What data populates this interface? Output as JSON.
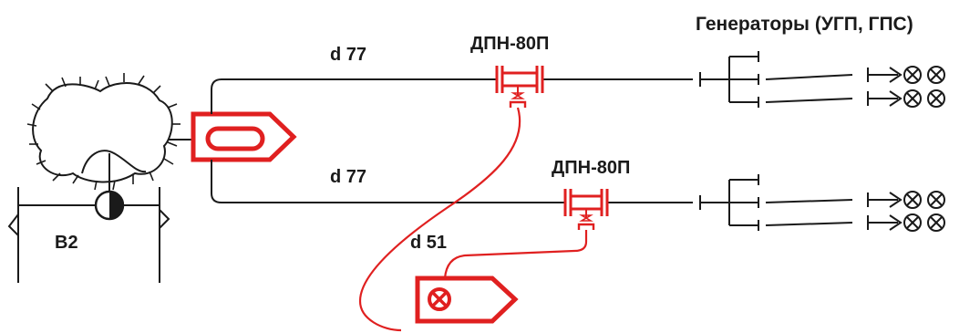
{
  "labels": {
    "generators_title": "Генераторы (УГП, ГПС)",
    "pipe_top": "d 77",
    "pipe_bottom": "d 77",
    "pipe_red": "d 51",
    "foam_mixer_top": "ДПН-80П",
    "foam_mixer_bottom": "ДПН-80П",
    "source_label": "В2"
  },
  "colors": {
    "line": "#1a1a1a",
    "accent": "#e02020"
  },
  "icons": {
    "pump_truck": "fire-truck-icon",
    "foam_truck": "foam-truck-icon",
    "hydrant": "hydrant-icon",
    "generator": "nozzle-cross-icon"
  }
}
